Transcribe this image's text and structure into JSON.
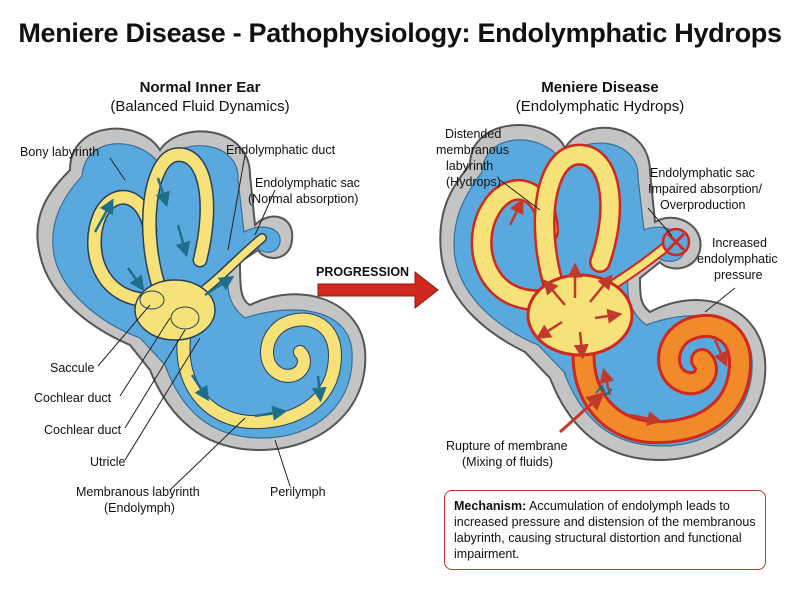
{
  "title": "Meniere Disease - Pathophysiology: Endolymphatic Hydrops",
  "left_panel": {
    "heading": "Normal Inner Ear",
    "subheading": "(Balanced Fluid Dynamics)",
    "labels": {
      "bony_labyrinth": "Bony labyrinth",
      "endolymphatic_duct": "Endolymphatic duct",
      "endolymphatic_sac_1": "Endolymphatic sac",
      "endolymphatic_sac_2": "(Normal absorption)",
      "saccule": "Saccule",
      "cochlear_duct_1": "Cochlear duct",
      "cochlear_duct_2": "Cochlear duct",
      "utricle": "Utricle",
      "membranous_1": "Membranous labyrinth",
      "membranous_2": "(Endolymph)",
      "perilymph": "Perilymph"
    }
  },
  "progression_label": "PROGRESSION",
  "right_panel": {
    "heading": "Meniere Disease",
    "subheading": "(Endolymphatic Hydrops)",
    "labels": {
      "distended_1": "Distended",
      "distended_2": "membranous",
      "distended_3": "labyrinth",
      "distended_4": "(Hydrops)",
      "sac_1": "Endolymphatic sac",
      "sac_2": "Impaired absorption/",
      "sac_3": "Overproduction",
      "pressure_1": "Increased",
      "pressure_2": "endolymphatic",
      "pressure_3": "pressure",
      "rupture_1": "Rupture of membrane",
      "rupture_2": "(Mixing of fluids)"
    }
  },
  "mechanism": {
    "label": "Mechanism:",
    "text": " Accumulation of endolymph leads to increased pressure and distension of the membranous labyrinth, causing structural distortion and functional impairment."
  },
  "colors": {
    "bone": "#c4c4c4",
    "perilymph": "#5aa9de",
    "endolymph": "#f7e27a",
    "inflamed": "#f08a2a",
    "inflamed_edge": "#d0281e",
    "arrow_teal": "#1f6f8b",
    "arrow_red": "#c0392b"
  }
}
